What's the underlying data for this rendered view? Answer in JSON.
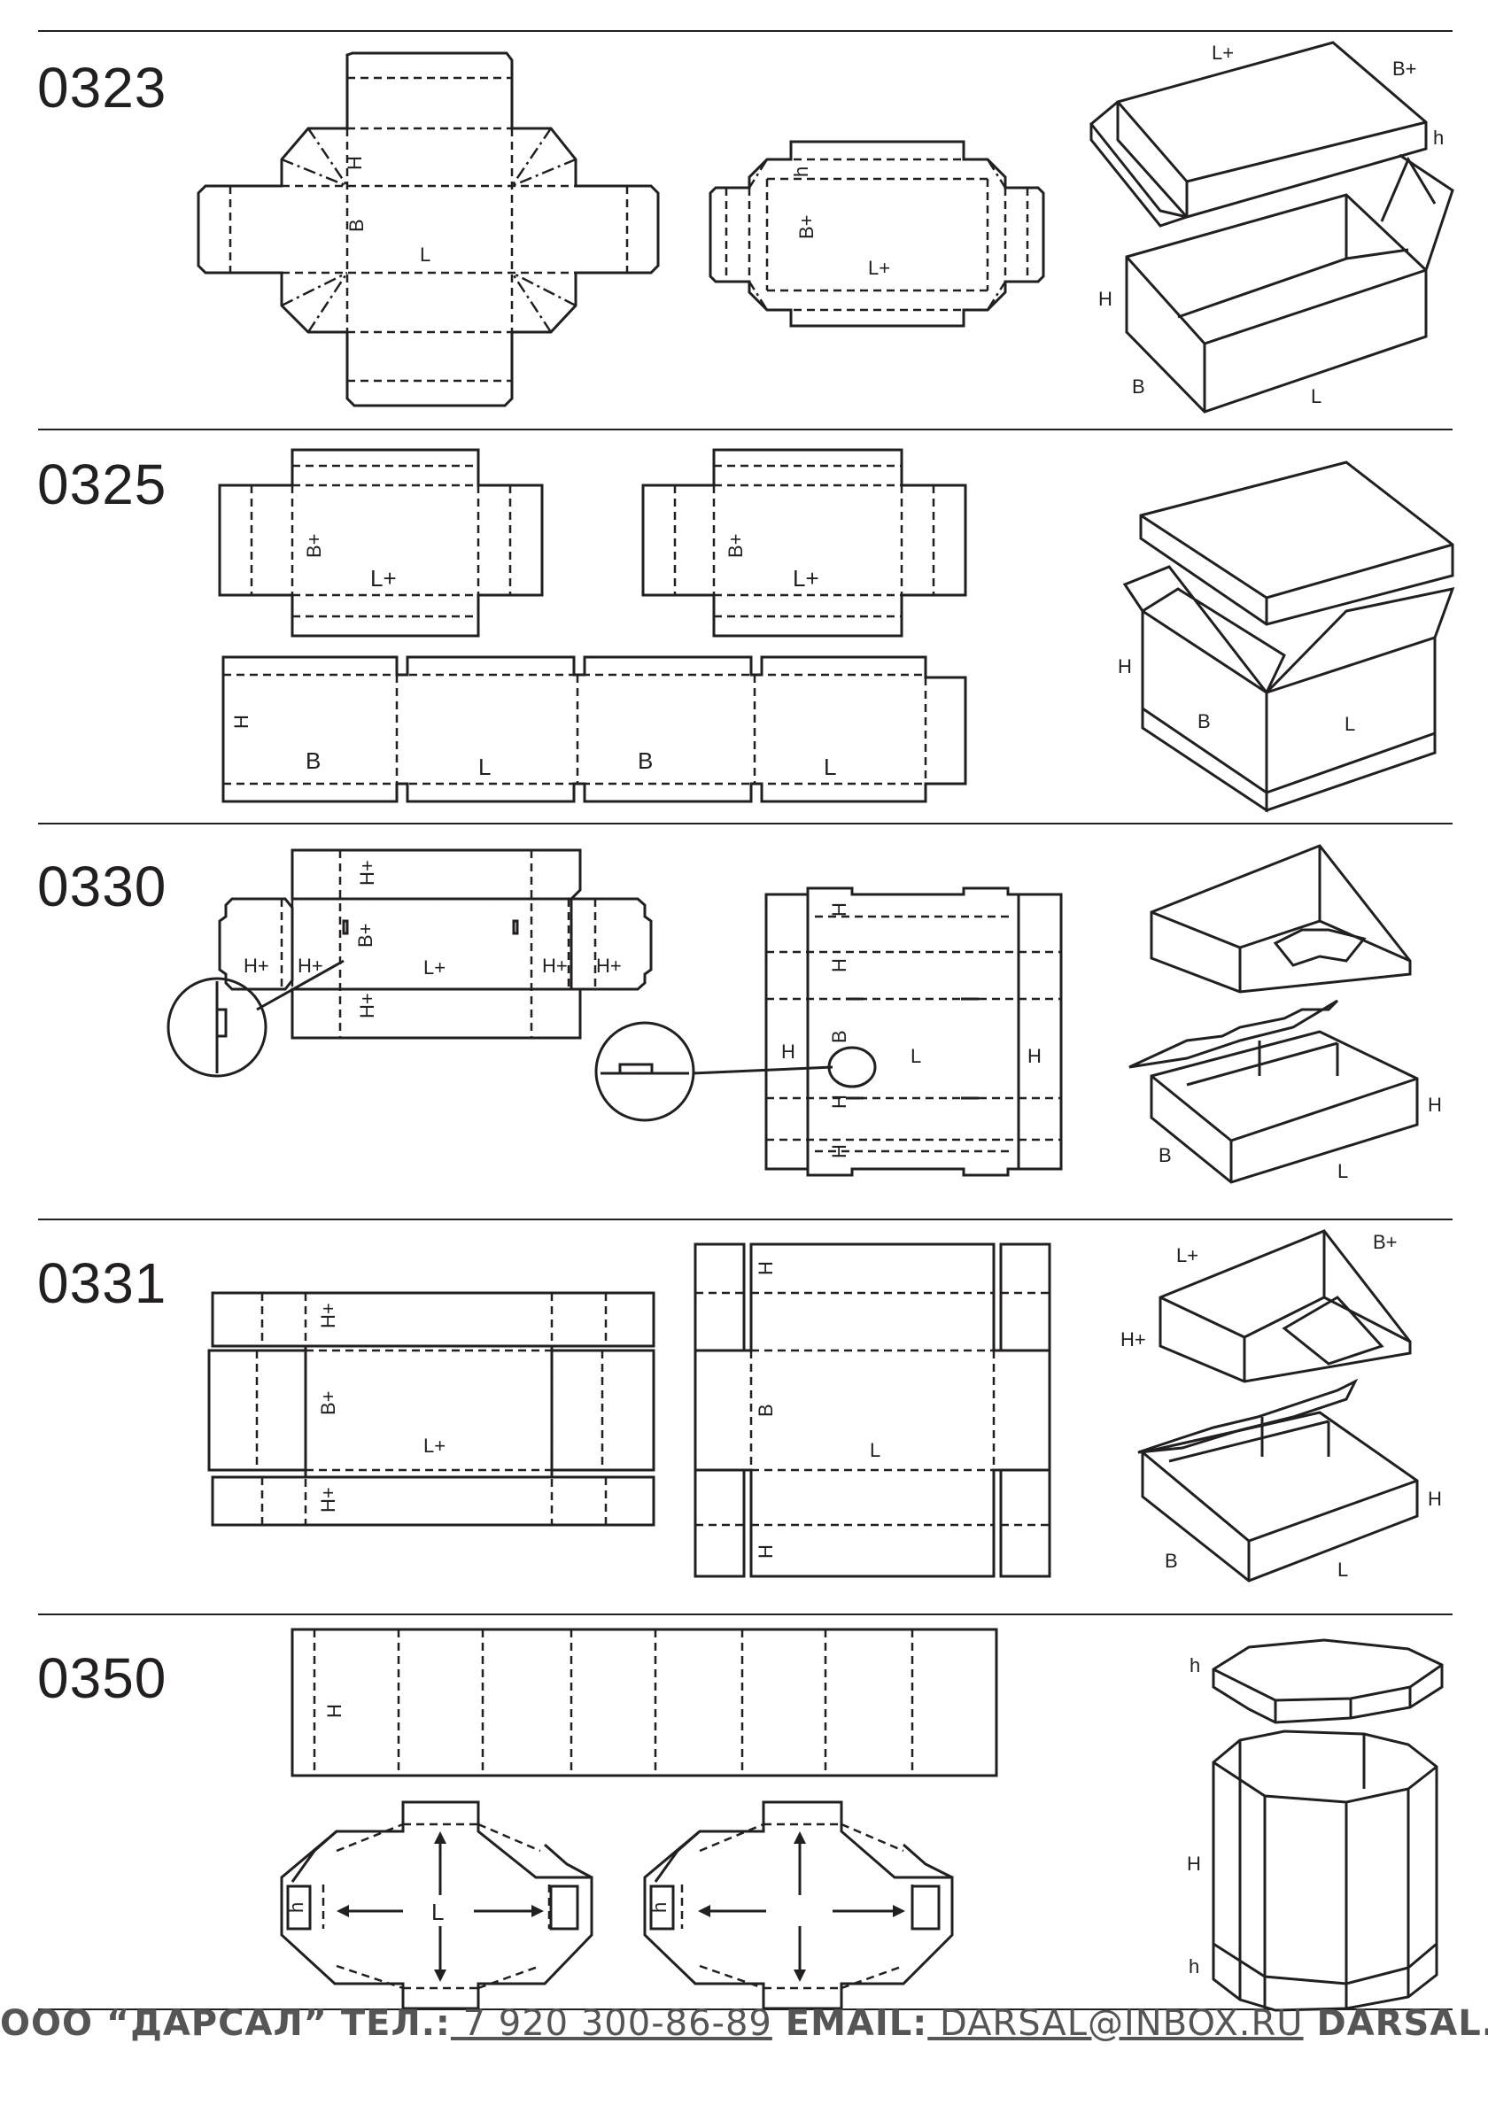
{
  "sections": [
    {
      "code": "0323",
      "labels": {
        "net1_H": "H",
        "net1_B": "B",
        "net1_L": "L",
        "net2_h": "h",
        "net2_B": "B+",
        "net2_L": "L+",
        "box_Lp": "L+",
        "box_Bp": "B+",
        "box_h": "h",
        "box_H": "H",
        "box_B": "B",
        "box_L": "L"
      }
    },
    {
      "code": "0325",
      "labels": {
        "lid_B": "B+",
        "lid_L": "L+",
        "lid2_B": "B+",
        "lid2_L": "L+",
        "band_H": "H",
        "band_B1": "B",
        "band_L1": "L",
        "band_B2": "B",
        "band_L2": "L",
        "box_H": "H",
        "box_B": "B",
        "box_L": "L"
      }
    },
    {
      "code": "0330",
      "labels": {
        "lid_Ht": "H+",
        "lid_B": "B+",
        "lid_L": "L+",
        "lid_Hb": "H+",
        "lid_H1": "H+",
        "lid_H2": "H+",
        "lid_H3": "H+",
        "lid_H4": "H+",
        "base_H1": "H",
        "base_H2": "H",
        "base_H3": "H",
        "base_B": "B",
        "base_L": "L",
        "base_H4": "H",
        "base_Hl": "H",
        "base_Hr": "H",
        "box_B": "B",
        "box_L": "L",
        "box_H": "H"
      }
    },
    {
      "code": "0331",
      "labels": {
        "lid_Ht": "H+",
        "lid_B": "B+",
        "lid_L": "L+",
        "lid_Hb": "H+",
        "base_Ht": "H",
        "base_B": "B",
        "base_L": "L",
        "base_Hb": "H",
        "box_Lp": "L+",
        "box_Bp": "B+",
        "box_Hp": "H+",
        "box_B": "B",
        "box_L": "L",
        "box_H": "H"
      }
    },
    {
      "code": "0350",
      "labels": {
        "band_H": "H",
        "oct1_h": "h",
        "oct1_L": "L",
        "oct2_h": "h",
        "box_h1": "h",
        "box_H": "H",
        "box_h2": "h"
      }
    }
  ],
  "footer": {
    "company": "ООО “ДАРСАЛ” ТЕЛ.:",
    "phone": " 7 920 300-86-89",
    "email_label": " EMAIL:",
    "email": " DARSAL@INBOX.RU",
    "site": " DARSAL.RU"
  }
}
